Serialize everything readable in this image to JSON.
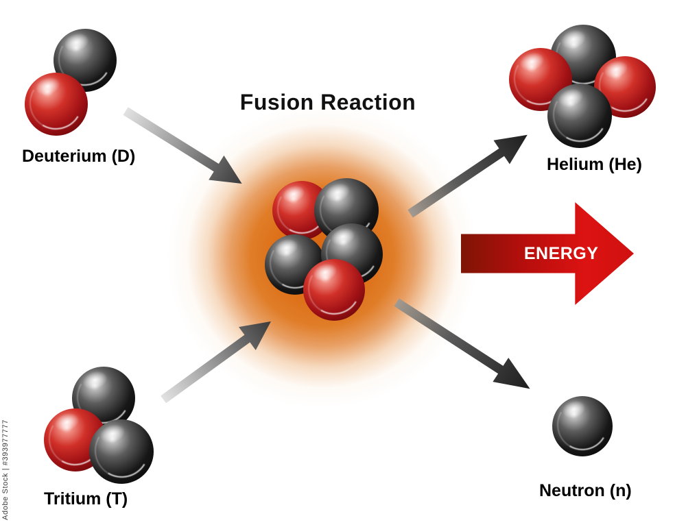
{
  "title": "Fusion Reaction",
  "energy_label": "ENERGY",
  "watermark": "Adobe Stock | #393977777",
  "particles": {
    "deuterium": {
      "label": "Deuterium (D)",
      "protons": 1,
      "neutrons": 1
    },
    "tritium": {
      "label": "Tritium (T)",
      "protons": 1,
      "neutrons": 2
    },
    "helium": {
      "label": "Helium (He)",
      "protons": 2,
      "neutrons": 2
    },
    "core": {
      "protons": 2,
      "neutrons": 3
    },
    "neutron": {
      "label": "Neutron (n)",
      "protons": 0,
      "neutrons": 1
    }
  },
  "reaction": {
    "reactants": [
      "Deuterium (D)",
      "Tritium (T)"
    ],
    "products": [
      "Helium (He)",
      "Neutron (n)",
      "ENERGY"
    ]
  },
  "colors": {
    "proton_red": "#b01218",
    "neutron_black": "#111111",
    "glow_orange": "#dd7018",
    "energy_arrow_red": "#d01212",
    "arrow_light": "#e2e2e2",
    "arrow_dark": "#1e1e1e",
    "text": "#000000"
  }
}
